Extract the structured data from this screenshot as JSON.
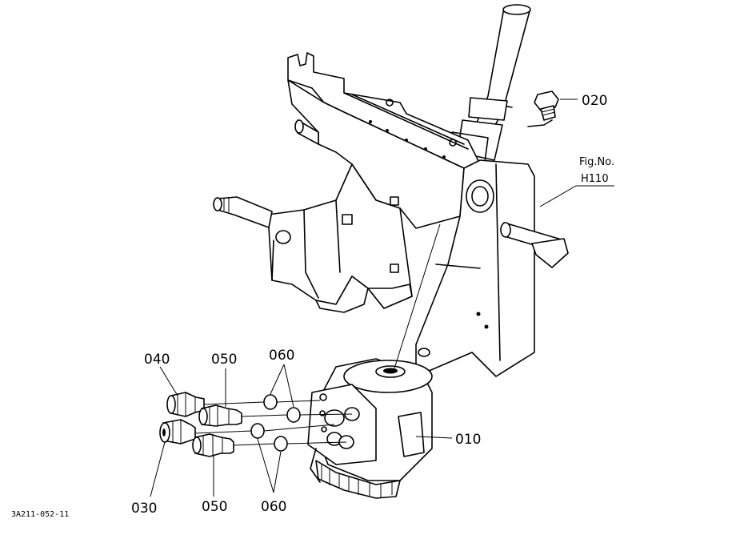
{
  "callouts": {
    "p010": "010",
    "p020": "020",
    "p030": "030",
    "p040": "040",
    "p050_top": "050",
    "p050_bottom": "050",
    "p060_top": "060",
    "p060_bottom": "060"
  },
  "figure_ref": {
    "label": "Fig.No.",
    "number": "H110"
  },
  "drawing_code": "3A211-052-11"
}
